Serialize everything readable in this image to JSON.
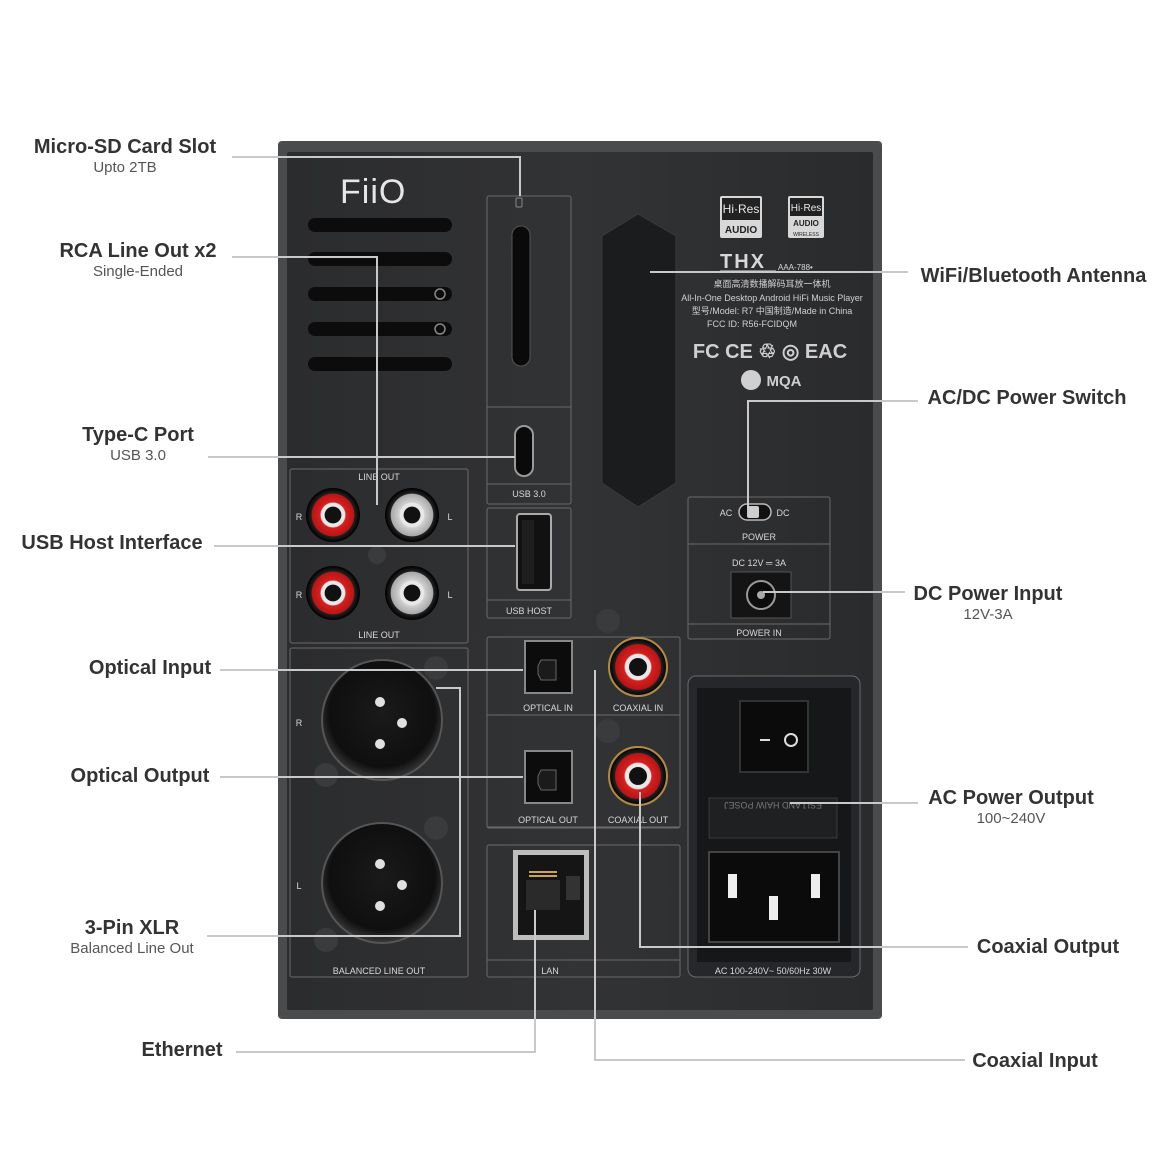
{
  "brand": "FiiO",
  "labels": {
    "microsd": {
      "title": "Micro-SD Card Slot",
      "sub": "Upto 2TB"
    },
    "rca": {
      "title": "RCA Line Out x2",
      "sub": "Single-Ended"
    },
    "typec": {
      "title": "Type-C Port",
      "sub": "USB 3.0"
    },
    "usbhost": {
      "title": "USB Host Interface"
    },
    "optin": {
      "title": "Optical Input"
    },
    "optout": {
      "title": "Optical Output"
    },
    "xlr": {
      "title": "3-Pin XLR",
      "sub": "Balanced Line Out"
    },
    "ethernet": {
      "title": "Ethernet"
    },
    "antenna": {
      "title": "WiFi/Bluetooth Antenna"
    },
    "acdc": {
      "title": "AC/DC Power Switch"
    },
    "dcin": {
      "title": "DC Power Input",
      "sub": "12V-3A"
    },
    "acout": {
      "title": "AC Power Output",
      "sub": "100~240V"
    },
    "coaxout": {
      "title": "Coaxial Output"
    },
    "coaxin": {
      "title": "Coaxial Input"
    }
  },
  "panel": {
    "line_out": "LINE OUT",
    "usb30": "USB 3.0",
    "usb_host": "USB HOST",
    "optical_in": "OPTICAL IN",
    "coaxial_in": "COAXIAL IN",
    "optical_out": "OPTICAL OUT",
    "coaxial_out": "COAXIAL OUT",
    "balanced": "BALANCED  LINE OUT",
    "lan": "LAN",
    "power": "POWER",
    "power_in": "POWER IN",
    "ac": "AC",
    "dc": "DC",
    "dc_spec": "DC 12V ═ 3A",
    "ac_spec": "AC 100-240V~  50/60Hz  30W",
    "ch_r": "R",
    "ch_l": "L",
    "fuse_text": "ESIJ AND HAIW POSEJ",
    "hires1a": "Hi·Res",
    "hires1b": "AUDIO",
    "hires2a": "Hi·Res",
    "hires2b": "AUDIO",
    "hires2c": "WIRELESS",
    "thx": "THX",
    "thx_code": "AAA-788•",
    "info1": "桌面高清数播解码耳放一体机",
    "info2": "All-In-One Desktop Android HiFi Music Player",
    "info3": "型号/Model: R7   中国制造/Made in China",
    "info4": "FCC ID: R56-FCIDQM",
    "cert": "FC CE ♲ ◎ EAC",
    "mqa": "MQA"
  }
}
